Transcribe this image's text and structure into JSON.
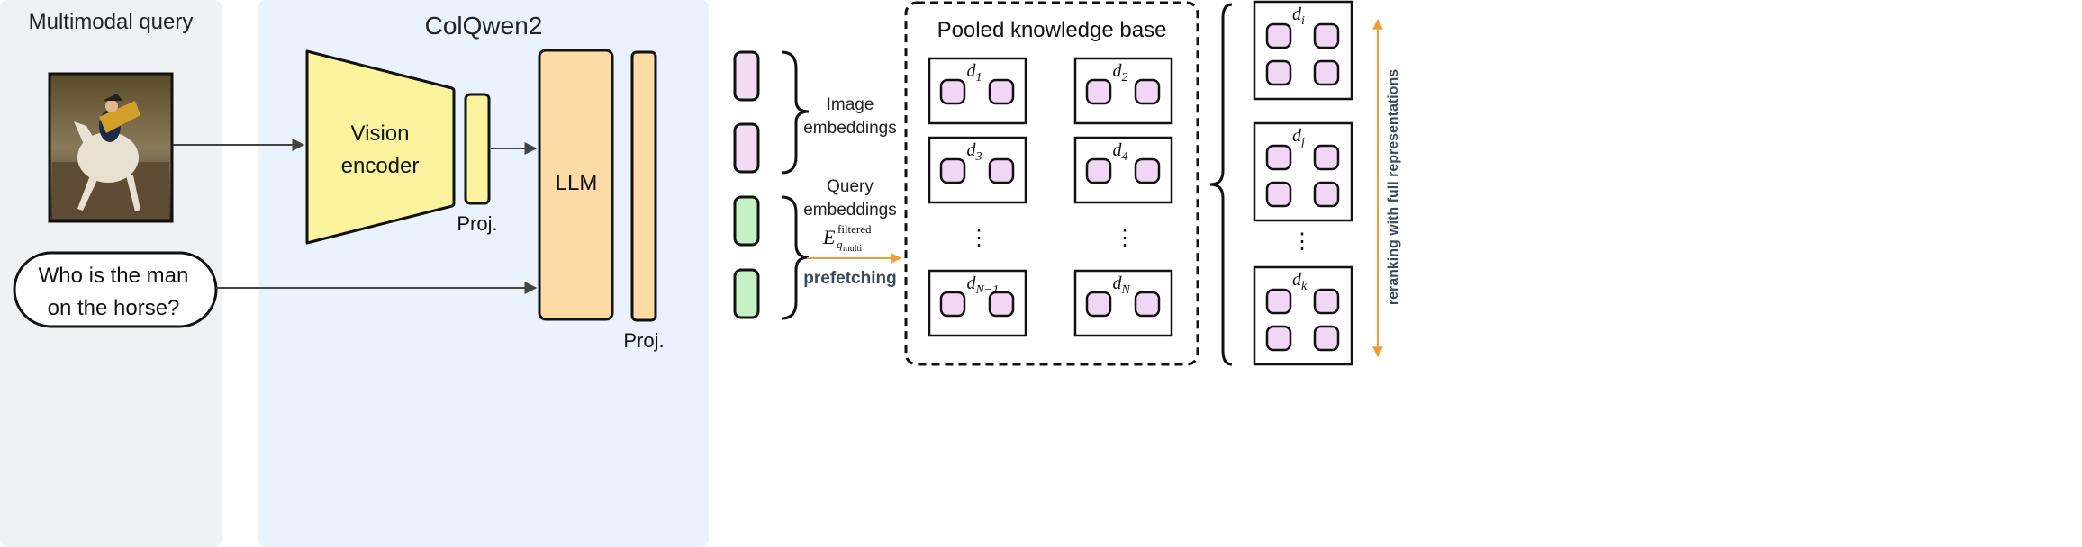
{
  "query_panel": {
    "title": "Multimodal query",
    "image_alt": "painting of a rider on a rearing horse",
    "question_line1": "Who is the man",
    "question_line2": "on the horse?"
  },
  "model_panel": {
    "title": "ColQwen2",
    "vision_encoder_line1": "Vision",
    "vision_encoder_line2": "encoder",
    "proj_small": "Proj.",
    "llm": "LLM",
    "proj_large": "Proj."
  },
  "embeddings": {
    "image_line1": "Image",
    "image_line2": "embeddings",
    "query_line1": "Query",
    "query_line2": "embeddings",
    "filtered_base": "E",
    "filtered_sup": "filtered",
    "filtered_sub_q": "q",
    "filtered_sub_multi": "multi",
    "prefetching": "prefetching"
  },
  "knowledge_base": {
    "title": "Pooled knowledge base",
    "docs": [
      {
        "base": "d",
        "sub": "1"
      },
      {
        "base": "d",
        "sub": "2"
      },
      {
        "base": "d",
        "sub": "3"
      },
      {
        "base": "d",
        "sub": "4"
      },
      {
        "base": "d",
        "sub": "N−1"
      },
      {
        "base": "d",
        "sub": "N"
      }
    ],
    "ellipsis": "⋮"
  },
  "reranked": {
    "docs": [
      {
        "base": "d",
        "sub": "i"
      },
      {
        "base": "d",
        "sub": "j"
      },
      {
        "base": "d",
        "sub": "k"
      }
    ],
    "ellipsis": "⋮",
    "side_label": "reranking with full representations"
  },
  "colors": {
    "query_panel_bg": "#f0f1f3",
    "model_panel_bg": "#e9f2fd",
    "vision_encoder": "#fbf39d",
    "llm": "#fcdba5",
    "image_embedding": "#f3dbf6",
    "query_embedding": "#c5f1c4",
    "doc_patch": "#f2d6f6",
    "orange_arrow": "#f49a39"
  }
}
